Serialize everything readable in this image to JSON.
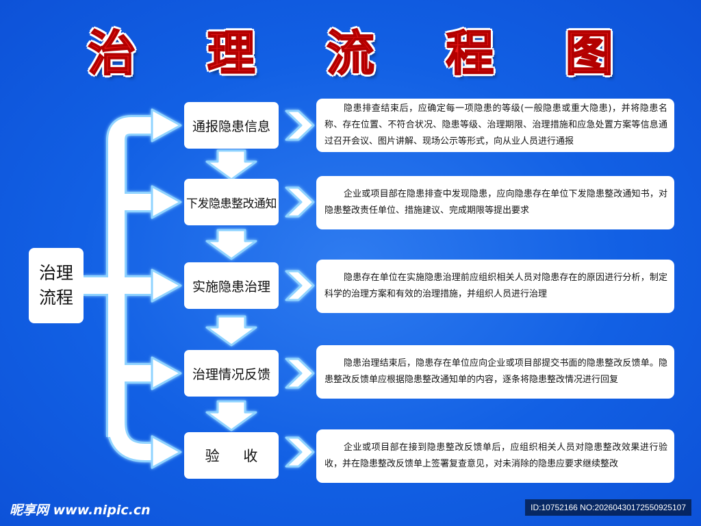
{
  "title": "治 理 流 程 图",
  "root": {
    "label": "治理流程"
  },
  "steps": [
    {
      "label": "通报隐患信息",
      "description": "隐患排查结束后，应确定每一项隐患的等级(一般隐患或重大隐患)，并将隐患名称、存在位置、不符合状况、隐患等级、治理期限、治理措施和应急处置方案等信息通过召开会议、图片讲解、现场公示等形式，向从业人员进行通报"
    },
    {
      "label": "下发隐患整改通知",
      "description": "企业或项目部在隐患排查中发现隐患，应向隐患存在单位下发隐患整改通知书，对隐患整改责任单位、措施建议、完成期限等提出要求"
    },
    {
      "label": "实施隐患治理",
      "description": "隐患存在单位在实施隐患治理前应组织相关人员对隐患存在的原因进行分析，制定科学的治理方案和有效的治理措施，并组织人员进行治理"
    },
    {
      "label": "治理情况反馈",
      "description": "隐患治理结束后，隐患存在单位应向企业或项目部提交书面的隐患整改反馈单。隐患整改反馈单应根据隐患整改通知单的内容，逐条将隐患整改情况进行回复"
    },
    {
      "label": "验 收",
      "description": "企业或项目部在接到隐患整改反馈单后，应组织相关人员对隐患整改效果进行验收，并在隐患整改反馈单上签署复查意见，对未消除的隐患应要求继续整改"
    }
  ],
  "footer": {
    "logo": "昵享网 www.nipic.cn",
    "id": "ID:10752166 NO:20260430172550925107"
  },
  "colors": {
    "background": "#1565e6",
    "title": "#ee1c1c",
    "arrow_fill": "#ffffff",
    "arrow_glow": "#8fd3ff"
  },
  "icons": [
    "down-arrow-icon",
    "chevron-right-icon",
    "branch-arrow-icon"
  ]
}
